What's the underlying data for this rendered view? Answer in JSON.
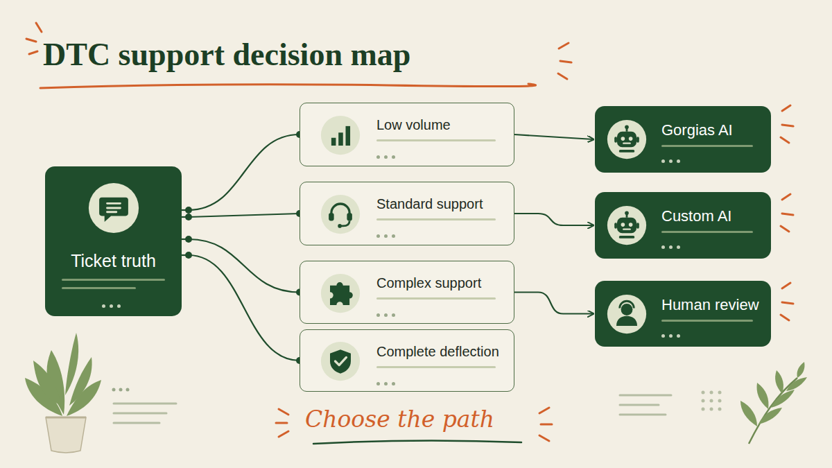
{
  "diagram": {
    "title": "DTC support decision map",
    "caption": "Choose the path",
    "nodes": [
      {
        "text": [
          "Ticket truth"
        ]
      },
      {
        "text": [
          "Low volume"
        ]
      },
      {
        "text": [
          "Standard support"
        ]
      },
      {
        "text": [
          "Complex support"
        ]
      },
      {
        "text": [
          "Complete deflection"
        ]
      },
      {
        "text": [
          "Gorgias AI"
        ]
      },
      {
        "text": [
          "Custom AI"
        ]
      },
      {
        "text": [
          "Human review"
        ]
      }
    ],
    "edges": [
      {
        "from": 0,
        "to": 1,
        "arrow": "none"
      },
      {
        "from": 0,
        "to": 2,
        "arrow": "none"
      },
      {
        "from": 0,
        "to": 3,
        "arrow": "none"
      },
      {
        "from": 0,
        "to": 4,
        "arrow": "none"
      },
      {
        "from": 1,
        "to": 5,
        "arrow": "to"
      },
      {
        "from": 2,
        "to": 6,
        "arrow": "to"
      },
      {
        "from": 3,
        "to": 7,
        "arrow": "to"
      }
    ]
  }
}
